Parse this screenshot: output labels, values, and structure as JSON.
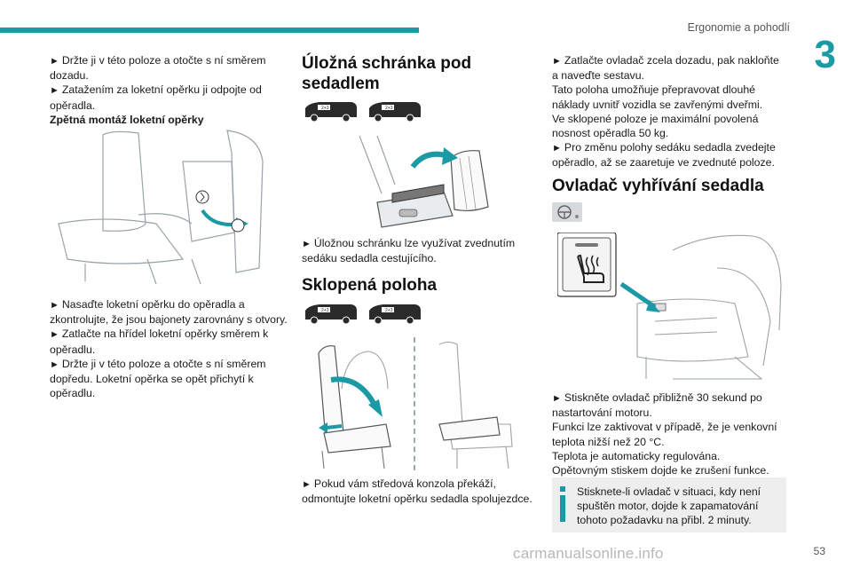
{
  "header": {
    "section_title": "Ergonomie a pohodlí",
    "chapter_number": "3",
    "page_number": "53",
    "accent_color": "#1b9aa5"
  },
  "col1": {
    "line1": "Držte ji v této poloze a otočte s ní směrem dozadu.",
    "line2": "Zatažením za loketní opěrku ji odpojte od opěradla.",
    "refit_heading": "Zpětná montáž loketní opěrky",
    "line3": "Nasaďte loketní opěrku do opěradla a zkontrolujte, že jsou bajonety zarovnány s otvory.",
    "line4": "Zatlačte na hřídel loketní opěrky směrem k opěradlu.",
    "line5": "Držte ji v této poloze a otočte s ní směrem dopředu. Loketní opěrka se opět přichytí k opěradlu."
  },
  "col2": {
    "storage_title": "Úložná schránka pod sedadlem",
    "storage_text": "Úložnou schránku lze využívat zvednutím sedáku sedadla cestujícího.",
    "fold_title": "Sklopená poloha",
    "fold_text": "Pokud vám středová konzola překáží, odmontujte loketní opěrku sedadla spolujezdce."
  },
  "col3": {
    "line1": "Zatlačte ovladač zcela dozadu, pak nakloňte a naveďte sestavu.",
    "line2": "Tato poloha umožňuje přepravovat dlouhé náklady uvnitř vozidla se zavřenými dveřmi.",
    "line3": "Ve sklopené poloze je maximální povolená nosnost opěradla 50 kg.",
    "line4": "Pro změnu polohy sedáku sedadla zvedejte opěradlo, až se zaaretuje ve zvednuté poloze.",
    "heat_title": "Ovladač vyhřívání sedadla",
    "heat_line1": "Stiskněte ovladač přibližně 30 sekund po nastartování motoru.",
    "heat_line2": "Funkci lze zaktivovat v případě, že je venkovní teplota nižší než 20 °C.",
    "heat_line3": "Teplota je automaticky regulována.",
    "heat_line4": "Opětovným stiskem dojde ke zrušení funkce.",
    "info_text": "Stisknete-li ovladač v situaci, kdy není spuštěn motor, dojde k zapamatování tohoto požadavku na přibl. 2 minuty."
  },
  "badges": {
    "van_label": "2+3"
  },
  "watermark": "carmanualsonline.info",
  "bullet_glyph": "►"
}
